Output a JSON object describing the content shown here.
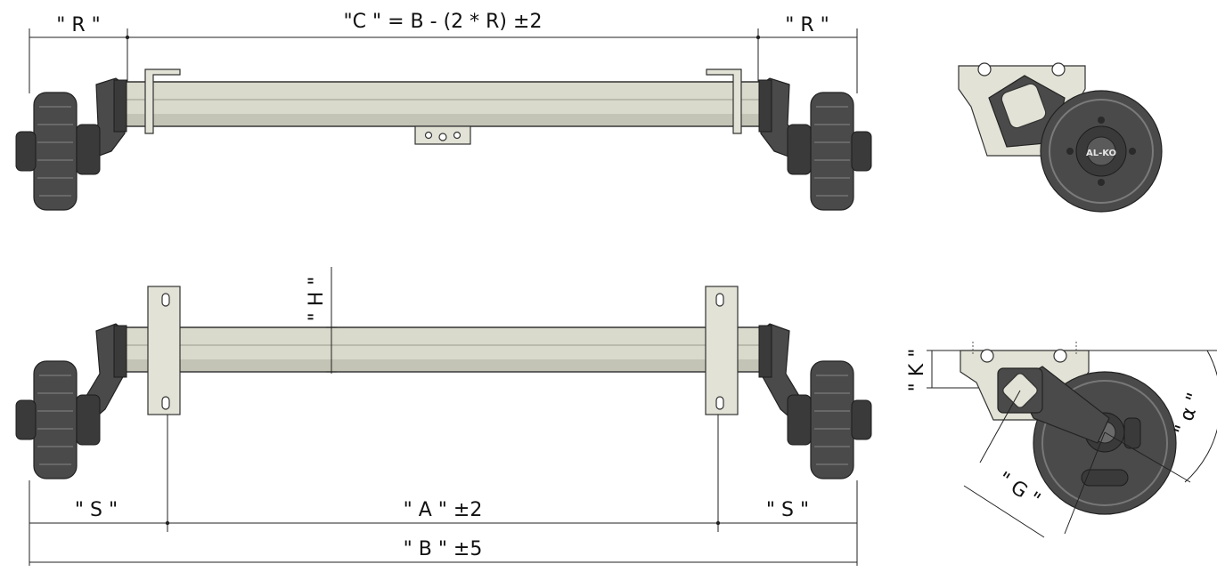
{
  "labels": {
    "r_left": "\" R \"",
    "r_right": "\" R \"",
    "c_formula": "\"C \" = B - (2 * R) ±2",
    "h": "\" H \"",
    "s_left": "\" S \"",
    "s_right": "\" S \"",
    "a": "\" A \" ±2",
    "b": "\" B \" ±5",
    "k": "\" K \"",
    "g": "\" G \"",
    "alpha": "\" α \""
  },
  "logo_text": "AL-KO",
  "colors": {
    "beam": "#d9d9cc",
    "hub": "#4a4a4a",
    "line": "#222222"
  }
}
